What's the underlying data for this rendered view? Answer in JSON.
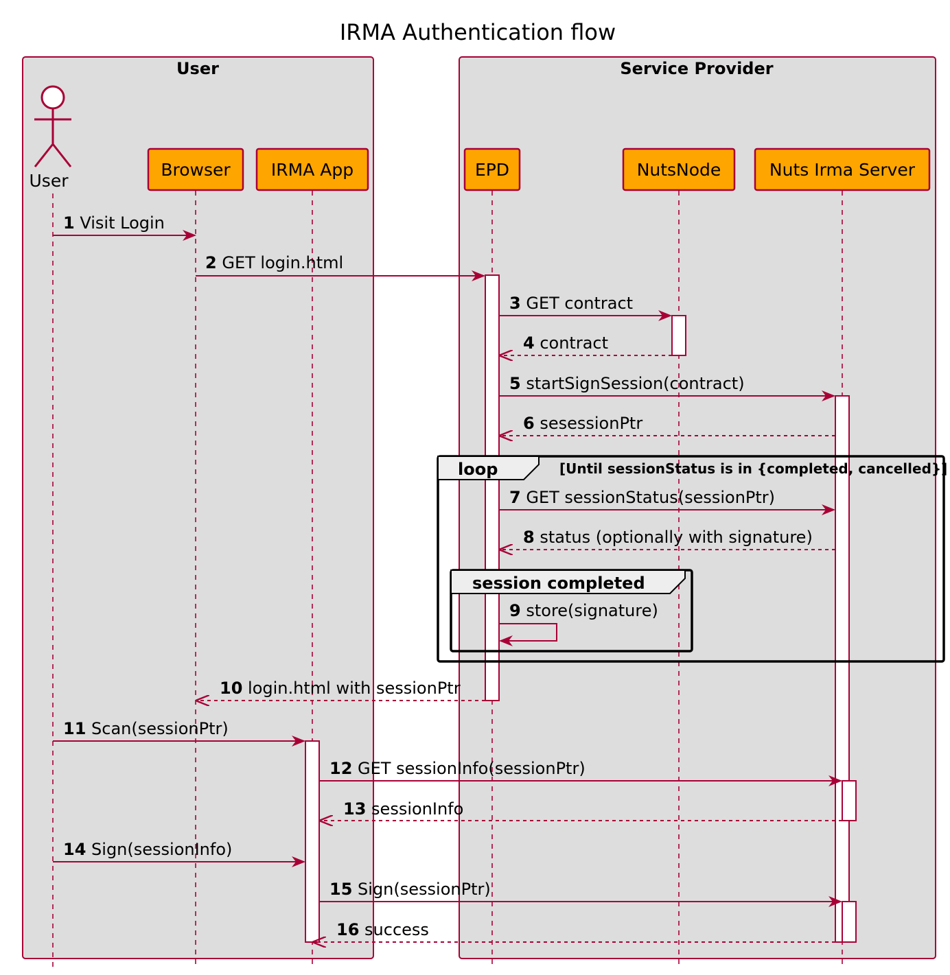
{
  "title": "IRMA Authentication flow",
  "colors": {
    "accent": "#A80036",
    "participant_fill": "#FFA500",
    "box_fill": "#DDDDDD",
    "frame_header_fill": "#EEEEEE",
    "frame_border": "#000000",
    "activation_fill": "#FFFFFF"
  },
  "boxes": [
    {
      "id": "box-user",
      "label": "User"
    },
    {
      "id": "box-sp",
      "label": "Service Provider"
    }
  ],
  "participants": [
    {
      "id": "user",
      "label": "User",
      "type": "actor"
    },
    {
      "id": "browser",
      "label": "Browser",
      "type": "participant"
    },
    {
      "id": "irma-app",
      "label": "IRMA App",
      "type": "participant"
    },
    {
      "id": "epd",
      "label": "EPD",
      "type": "participant"
    },
    {
      "id": "nutsnode",
      "label": "NutsNode",
      "type": "participant"
    },
    {
      "id": "irma-server",
      "label": "Nuts Irma Server",
      "type": "participant"
    }
  ],
  "messages": [
    {
      "num": "1",
      "text": "Visit Login",
      "from": "user",
      "to": "browser",
      "style": "sync"
    },
    {
      "num": "2",
      "text": "GET login.html",
      "from": "browser",
      "to": "epd",
      "style": "sync"
    },
    {
      "num": "3",
      "text": "GET contract",
      "from": "epd",
      "to": "nutsnode",
      "style": "sync"
    },
    {
      "num": "4",
      "text": "contract",
      "from": "nutsnode",
      "to": "epd",
      "style": "reply"
    },
    {
      "num": "5",
      "text": "startSignSession(contract)",
      "from": "epd",
      "to": "irma-server",
      "style": "sync"
    },
    {
      "num": "6",
      "text": "sesessionPtr",
      "from": "irma-server",
      "to": "epd",
      "style": "reply"
    },
    {
      "num": "7",
      "text": "GET sessionStatus(sessionPtr)",
      "from": "epd",
      "to": "irma-server",
      "style": "sync"
    },
    {
      "num": "8",
      "text": "status (optionally with signature)",
      "from": "irma-server",
      "to": "epd",
      "style": "reply"
    },
    {
      "num": "9",
      "text": "store(signature)",
      "from": "epd",
      "to": "epd",
      "style": "self"
    },
    {
      "num": "10",
      "text": "login.html with sessionPtr",
      "from": "epd",
      "to": "browser",
      "style": "reply"
    },
    {
      "num": "11",
      "text": "Scan(sessionPtr)",
      "from": "user",
      "to": "irma-app",
      "style": "sync"
    },
    {
      "num": "12",
      "text": "GET sessionInfo(sessionPtr)",
      "from": "irma-app",
      "to": "irma-server",
      "style": "sync"
    },
    {
      "num": "13",
      "text": "sessionInfo",
      "from": "irma-server",
      "to": "irma-app",
      "style": "reply"
    },
    {
      "num": "14",
      "text": "Sign(sessionInfo)",
      "from": "user",
      "to": "irma-app",
      "style": "sync"
    },
    {
      "num": "15",
      "text": "Sign(sessionPtr)",
      "from": "irma-app",
      "to": "irma-server",
      "style": "sync"
    },
    {
      "num": "16",
      "text": "success",
      "from": "irma-server",
      "to": "irma-app",
      "style": "reply"
    }
  ],
  "fragments": [
    {
      "id": "loop",
      "kind": "loop",
      "condition": "[Until sessionStatus is in {completed, cancelled}]"
    },
    {
      "id": "group",
      "kind": "session completed",
      "condition": ""
    }
  ]
}
